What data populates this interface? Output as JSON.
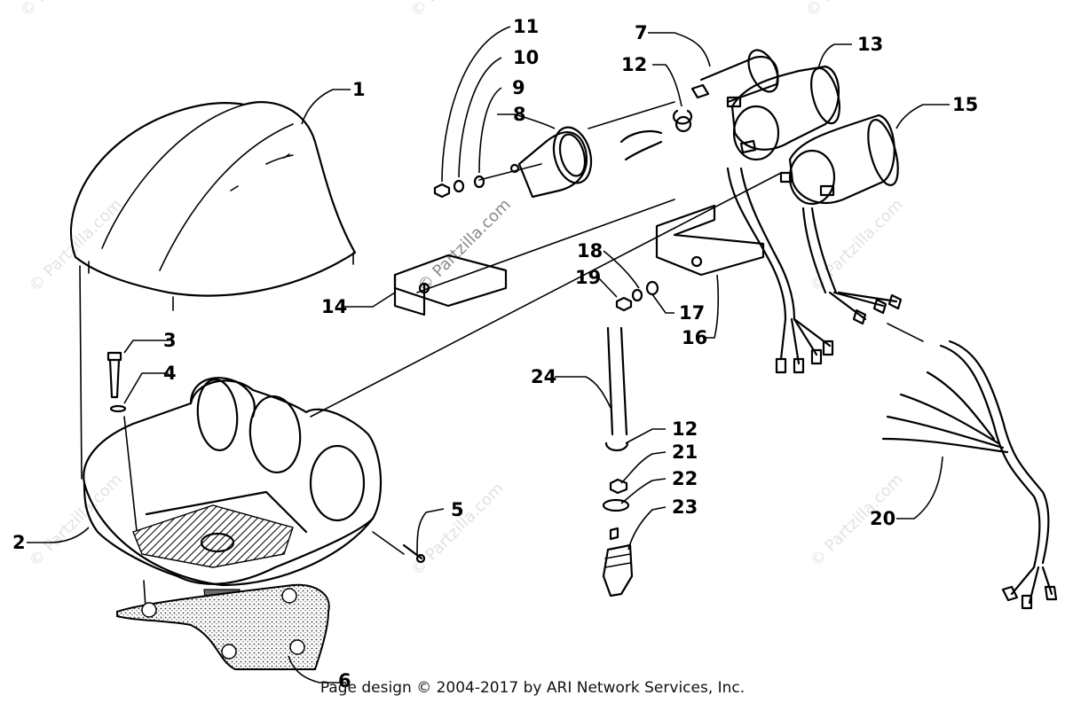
{
  "watermark": "© Partzilla.com",
  "footer": "Page design © 2004-2017 by ARI Network Services, Inc.",
  "callouts": {
    "c1": "1",
    "c2": "2",
    "c3": "3",
    "c4": "4",
    "c5": "5",
    "c6": "6",
    "c7": "7",
    "c8": "8",
    "c9": "9",
    "c10": "10",
    "c11": "11",
    "c12a": "12",
    "c12b": "12",
    "c13": "13",
    "c14": "14",
    "c15": "15",
    "c16": "16",
    "c17": "17",
    "c18": "18",
    "c19": "19",
    "c20": "20",
    "c21": "21",
    "c22": "22",
    "c23": "23",
    "c24": "24"
  }
}
